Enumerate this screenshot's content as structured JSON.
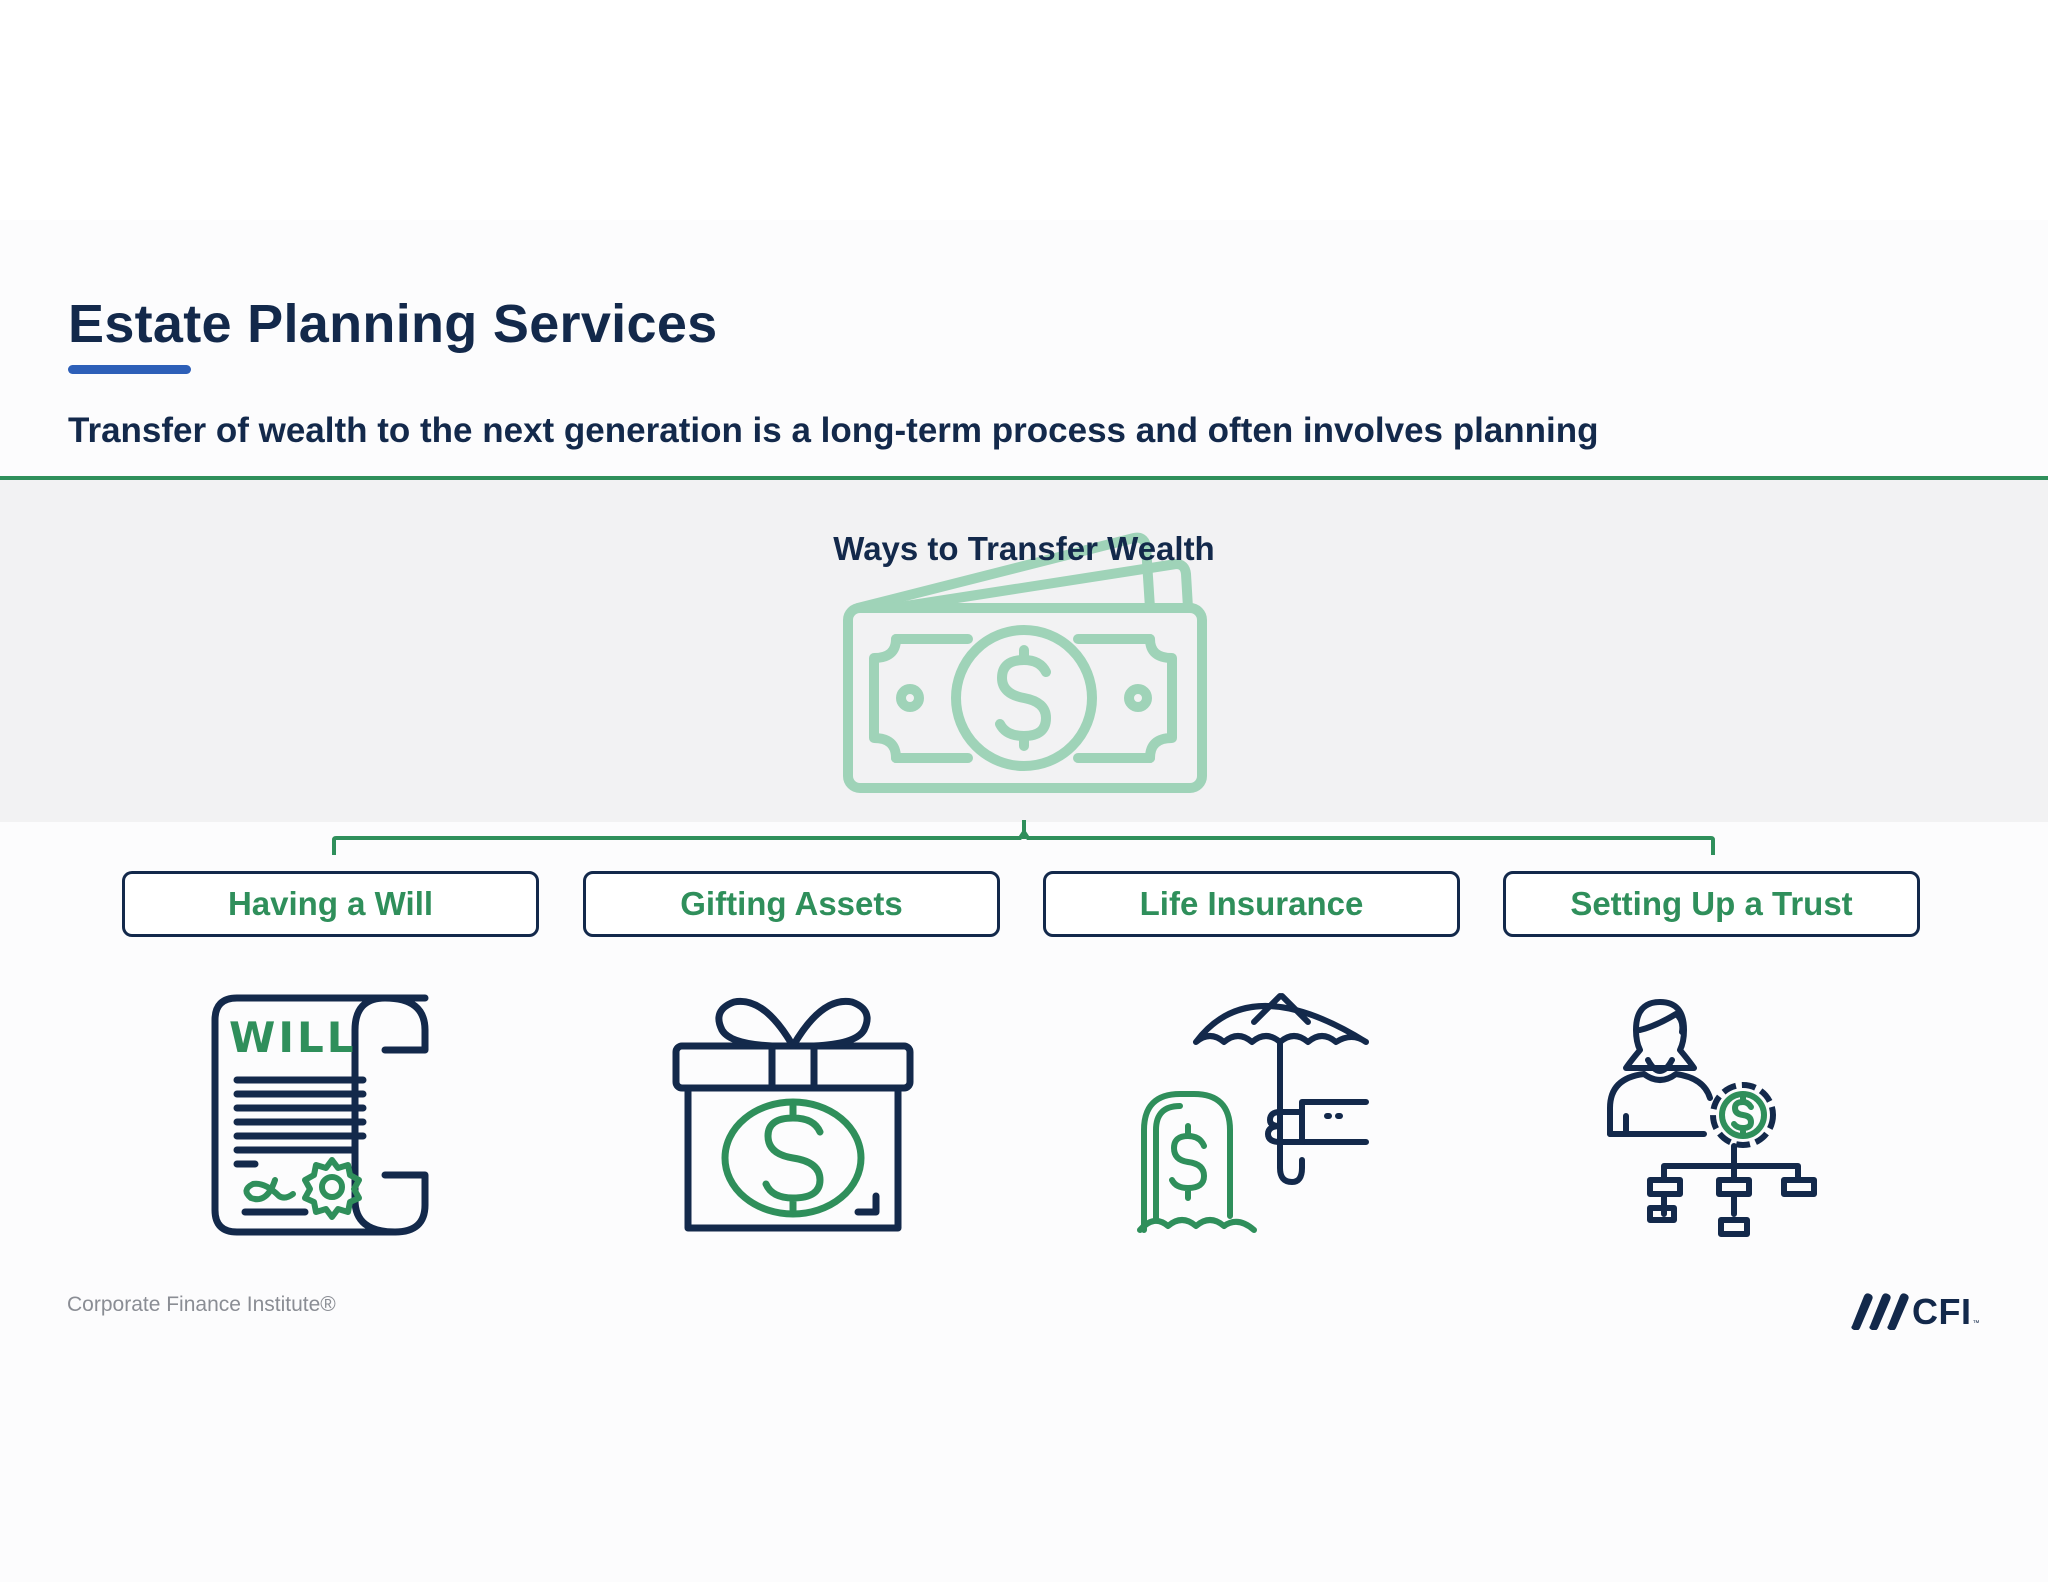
{
  "slide": {
    "title": "Estate Planning Services",
    "subtitle": "Transfer of wealth to the next generation is a long-term process and often involves planning"
  },
  "diagram": {
    "root": {
      "label": "Ways to Transfer Wealth",
      "icon": "money-bill-icon"
    },
    "branches": [
      {
        "label": "Having a Will",
        "icon": "will-scroll-icon",
        "icon_text": "WILL"
      },
      {
        "label": "Gifting Assets",
        "icon": "gift-box-dollar-icon"
      },
      {
        "label": "Life Insurance",
        "icon": "umbrella-gravestone-icon"
      },
      {
        "label": "Setting Up a Trust",
        "icon": "person-trust-structure-icon"
      }
    ]
  },
  "colors": {
    "navy": "#13294b",
    "green": "#2f8f5b",
    "accent_blue": "#2d5fb8",
    "light_green": "#9fd3b8"
  },
  "footer": {
    "source": "Corporate Finance Institute®",
    "logo_text": "CFI",
    "logo_tm": "™"
  }
}
